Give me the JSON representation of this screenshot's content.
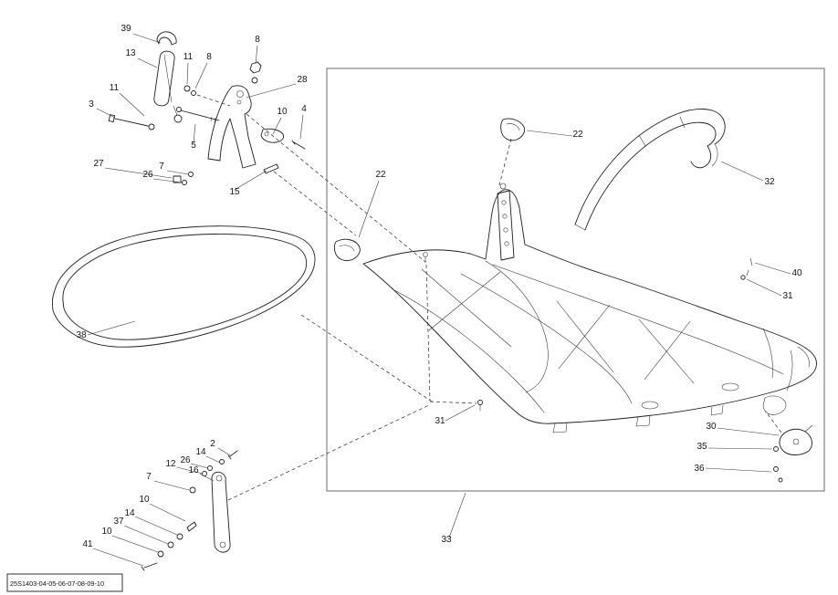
{
  "colors": {
    "background": "#ffffff",
    "line": "#1f1f1f",
    "box_border": "#6b6b6b"
  },
  "footer": {
    "part_code": "25S1403-04-05-06-07-08-09-10"
  },
  "callouts": [
    {
      "label": "39"
    },
    {
      "label": "13"
    },
    {
      "label": "8"
    },
    {
      "label": "11"
    },
    {
      "label": "8"
    },
    {
      "label": "28"
    },
    {
      "label": "11"
    },
    {
      "label": "3"
    },
    {
      "label": "10"
    },
    {
      "label": "4"
    },
    {
      "label": "5"
    },
    {
      "label": "27"
    },
    {
      "label": "7"
    },
    {
      "label": "26"
    },
    {
      "label": "15"
    },
    {
      "label": "22"
    },
    {
      "label": "22"
    },
    {
      "label": "32"
    },
    {
      "label": "38"
    },
    {
      "label": "40"
    },
    {
      "label": "31"
    },
    {
      "label": "31"
    },
    {
      "label": "30"
    },
    {
      "label": "35"
    },
    {
      "label": "36"
    },
    {
      "label": "2"
    },
    {
      "label": "14"
    },
    {
      "label": "26"
    },
    {
      "label": "12"
    },
    {
      "label": "16"
    },
    {
      "label": "7"
    },
    {
      "label": "10"
    },
    {
      "label": "14"
    },
    {
      "label": "37"
    },
    {
      "label": "10"
    },
    {
      "label": "41"
    },
    {
      "label": "33"
    }
  ]
}
